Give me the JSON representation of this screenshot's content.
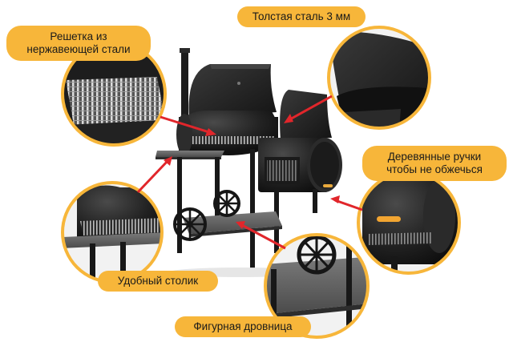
{
  "labels": {
    "grate_line1": "Решетка из",
    "grate_line2": "нержавеющей стали",
    "steel": "Толстая сталь 3 мм",
    "handles_line1": "Деревянные ручки",
    "handles_line2": "чтобы не обжечься",
    "table": "Удобный столик",
    "woodbox": "Фигурная дровница"
  },
  "colors": {
    "accent": "#f7b63a",
    "arrow": "#e1262b",
    "metal": "#1f1f1f",
    "ring": "#f7b63a"
  }
}
